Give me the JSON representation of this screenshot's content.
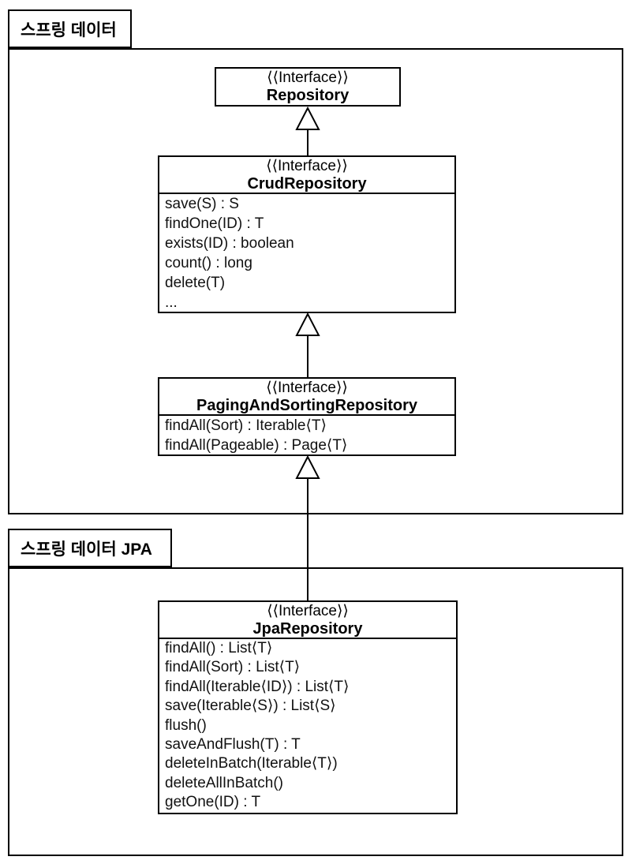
{
  "diagram": {
    "type": "uml-class-diagram",
    "colors": {
      "line": "#000000",
      "background": "#ffffff",
      "text": "#000000"
    }
  },
  "packages": [
    {
      "label": "스프링 데이터",
      "classes": [
        {
          "stereotype": "⟨⟨Interface⟩⟩",
          "name": "Repository",
          "methods": []
        },
        {
          "stereotype": "⟨⟨Interface⟩⟩",
          "name": "CrudRepository",
          "methods": [
            "save(S) : S",
            "findOne(ID) : T",
            "exists(ID) : boolean",
            "count() : long",
            "delete(T)",
            "..."
          ]
        },
        {
          "stereotype": "⟨⟨Interface⟩⟩",
          "name": "PagingAndSortingRepository",
          "methods": [
            "findAll(Sort) : Iterable⟨T⟩",
            "findAll(Pageable) : Page⟨T⟩"
          ]
        }
      ]
    },
    {
      "label": "스프링 데이터 JPA",
      "classes": [
        {
          "stereotype": "⟨⟨Interface⟩⟩",
          "name": "JpaRepository",
          "methods": [
            "findAll() : List⟨T⟩",
            "findAll(Sort) : List⟨T⟩",
            "findAll(Iterable⟨ID⟩) : List⟨T⟩",
            "save(Iterable⟨S⟩) : List⟨S⟩",
            "flush()",
            "saveAndFlush(T) : T",
            "deleteInBatch(Iterable⟨T⟩)",
            "deleteAllInBatch()",
            "getOne(ID) : T"
          ]
        }
      ]
    }
  ],
  "relations": [
    {
      "from": "CrudRepository",
      "to": "Repository",
      "kind": "generalization"
    },
    {
      "from": "PagingAndSortingRepository",
      "to": "CrudRepository",
      "kind": "generalization"
    },
    {
      "from": "JpaRepository",
      "to": "PagingAndSortingRepository",
      "kind": "generalization"
    }
  ]
}
